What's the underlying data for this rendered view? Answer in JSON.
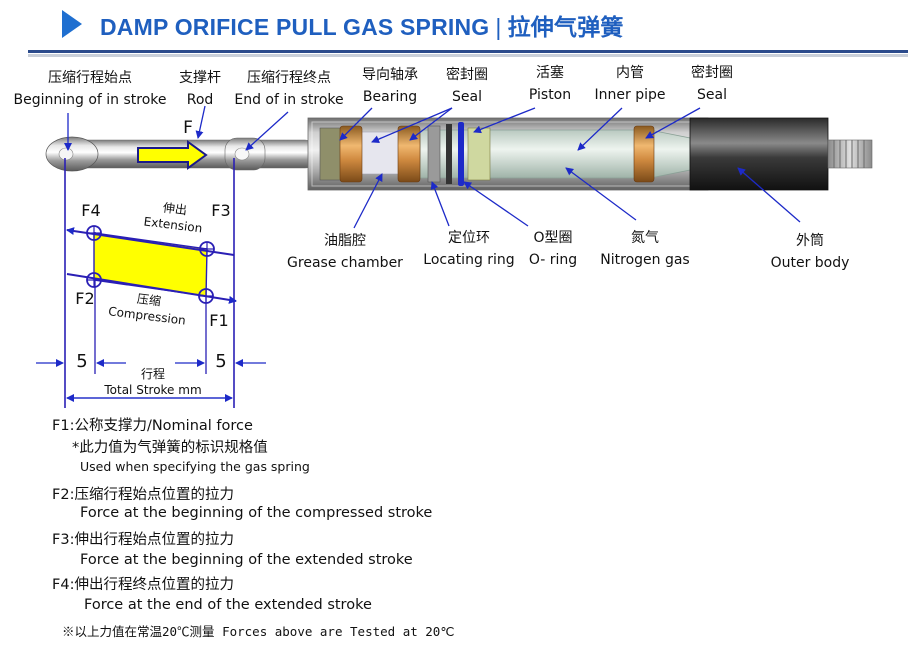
{
  "title": {
    "en": "DAMP ORIFICE PULL  GAS SPRING",
    "separator": "|",
    "cn": "拉伸气弹簧"
  },
  "labels": {
    "begin_in_stroke": {
      "cn": "压缩行程始点",
      "en": "Beginning of in stroke"
    },
    "rod": {
      "cn": "支撑杆",
      "en": "Rod"
    },
    "end_in_stroke": {
      "cn": "压缩行程终点",
      "en": "End of in stroke"
    },
    "bearing": {
      "cn": "导向轴承",
      "en": "Bearing"
    },
    "seal_left": {
      "cn": "密封圈",
      "en": "Seal"
    },
    "piston": {
      "cn": "活塞",
      "en": "Piston"
    },
    "inner_pipe": {
      "cn": "内管",
      "en": "Inner pipe"
    },
    "seal_right": {
      "cn": "密封圈",
      "en": "Seal"
    },
    "grease_chamber": {
      "cn": "油脂腔",
      "en": "Grease chamber"
    },
    "locating_ring": {
      "cn": "定位环",
      "en": "Locating ring"
    },
    "o_ring": {
      "cn": "O型圈",
      "en": "O- ring"
    },
    "nitrogen_gas": {
      "cn": "氮气",
      "en": "Nitrogen gas"
    },
    "outer_body": {
      "cn": "外筒",
      "en": "Outer body"
    }
  },
  "force_diagram": {
    "force_label": "F",
    "f4": "F4",
    "f3": "F3",
    "f2": "F2",
    "f1": "F1",
    "extension": {
      "cn": "伸出",
      "en": "Extension"
    },
    "compression": {
      "cn": "压缩",
      "en": "Compression"
    },
    "margin_left": "5",
    "margin_right": "5",
    "stroke": {
      "cn": "行程",
      "en": "Total Stroke mm"
    },
    "colors": {
      "fill": "#ffff00",
      "lines": "#2a1fb5"
    }
  },
  "notes": {
    "f1": "F1:公称支撑力/Nominal force",
    "f1_note_cn": "*此力值为气弹簧的标识规格值",
    "f1_note_en": "Used when specifying the gas spring",
    "f2": "F2:压缩行程始点位置的拉力",
    "f2_en": "Force at the beginning of the compressed stroke",
    "f3": "F3:伸出行程始点位置的拉力",
    "f3_en": "Force at the beginning of the extended stroke",
    "f4": "F4:伸出行程终点位置的拉力",
    "f4_en": "Force at the end of the extended stroke",
    "footer": "※以上力值在常温20℃测量 Forces above are Tested at 20℃"
  },
  "colors": {
    "title": "#1f5fbf",
    "rule": "#2b4b8c",
    "arrows": "#1d2ac8"
  }
}
